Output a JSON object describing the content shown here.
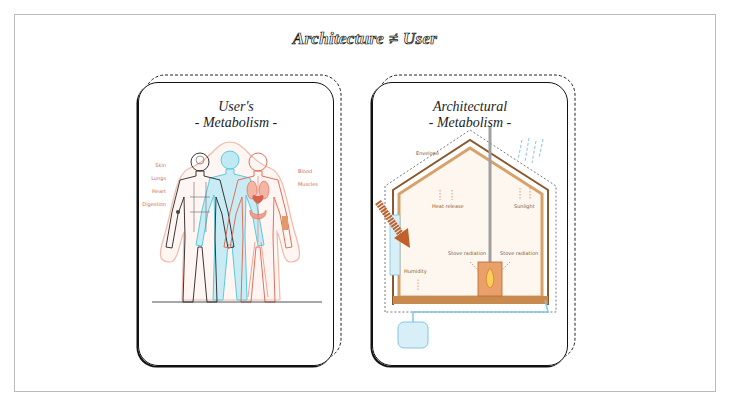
{
  "diagram": {
    "title": "Architecture ≠ User",
    "nodes": [
      {
        "text": [
          "User's",
          "- Metabolism -"
        ]
      },
      {
        "text": [
          "Architectural",
          "- Metabolism -"
        ]
      }
    ],
    "labels": [
      "Skin",
      "Lungs",
      "Heart",
      "Digestion",
      "Blood",
      "Muscles",
      "Envelope",
      "Heat release",
      "Sunlight",
      "Stove radiation",
      "Stove radiation",
      "Humidity"
    ]
  }
}
